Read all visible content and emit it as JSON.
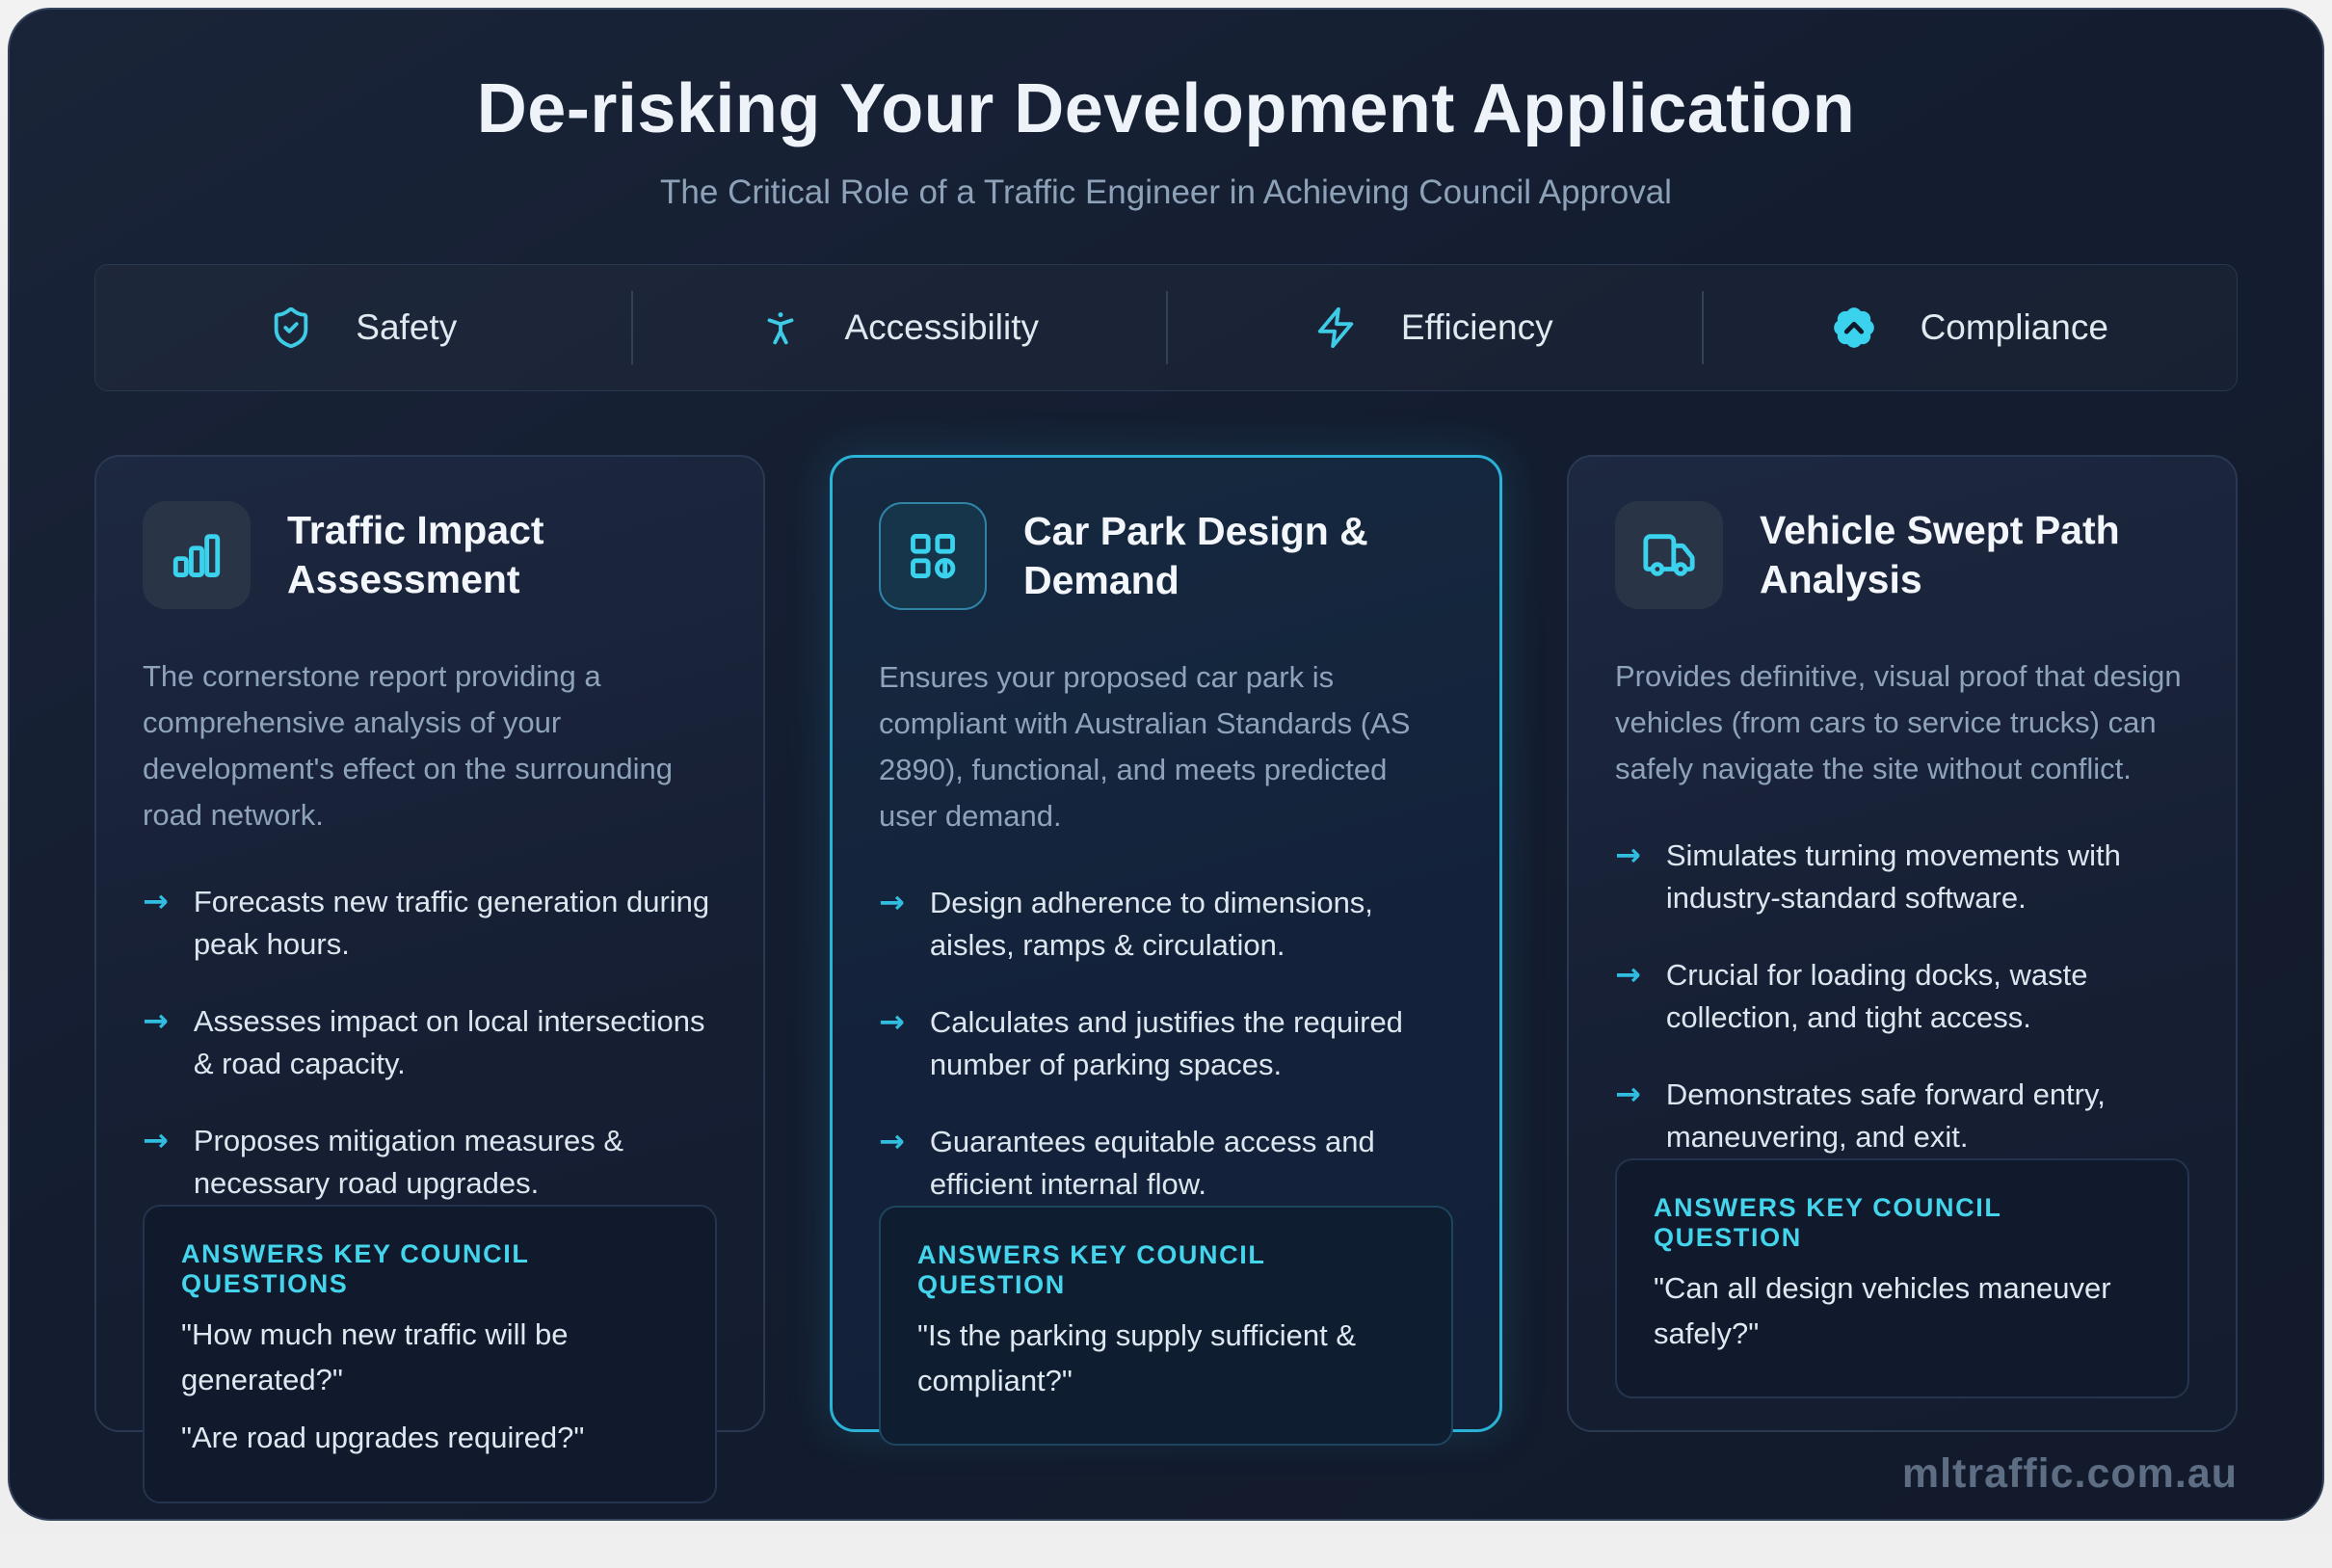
{
  "header": {
    "title": "De-risking Your Development Application",
    "subtitle": "The Critical Role of a Traffic Engineer in Achieving Council Approval"
  },
  "pillars": {
    "items": [
      {
        "icon": "shield-check-icon",
        "label": "Safety"
      },
      {
        "icon": "accessibility-person-icon",
        "label": "Accessibility"
      },
      {
        "icon": "lightning-bolt-icon",
        "label": "Efficiency"
      },
      {
        "icon": "badge-chevron-icon",
        "label": "Compliance"
      }
    ]
  },
  "cards": [
    {
      "icon": "bar-chart-icon",
      "title": "Traffic Impact Assessment",
      "description": "The cornerstone report providing a comprehensive analysis of your development's effect on the surrounding road network.",
      "bullets": [
        "Forecasts new traffic generation during peak hours.",
        "Assesses impact on local intersections & road capacity.",
        "Proposes mitigation measures & necessary road upgrades."
      ],
      "answers_heading": "ANSWERS KEY COUNCIL QUESTIONS",
      "answers": [
        "\"How much new traffic will be generated?\"",
        "\"Are road upgrades required?\""
      ]
    },
    {
      "icon": "parking-layout-icon",
      "title": "Car Park Design & Demand",
      "highlighted": true,
      "description": "Ensures your proposed car park is compliant with Australian Standards (AS 2890), functional, and meets predicted user demand.",
      "bullets": [
        "Design adherence to dimensions, aisles, ramps & circulation.",
        "Calculates and justifies the required number of parking spaces.",
        "Guarantees equitable access and efficient internal flow."
      ],
      "answers_heading": "ANSWERS KEY COUNCIL QUESTION",
      "answers": [
        "\"Is the parking supply sufficient & compliant?\""
      ]
    },
    {
      "icon": "truck-icon",
      "title": "Vehicle Swept Path Analysis",
      "description": "Provides definitive, visual proof that design vehicles (from cars to service trucks) can safely navigate the site without conflict.",
      "bullets": [
        "Simulates turning movements with industry-standard software.",
        "Crucial for loading docks, waste collection, and tight access.",
        "Demonstrates safe forward entry, maneuvering, and exit."
      ],
      "answers_heading": "ANSWERS KEY COUNCIL QUESTION",
      "answers": [
        "\"Can all design vehicles maneuver safely?\""
      ]
    }
  ],
  "footer": {
    "watermark": "mltraffic.com.au"
  },
  "colors": {
    "accent_cyan": "#3ecbe6",
    "highlight_border": "#2ab3d6",
    "panel_background": "#141d30",
    "heading_cyan": "#44d4ec"
  }
}
